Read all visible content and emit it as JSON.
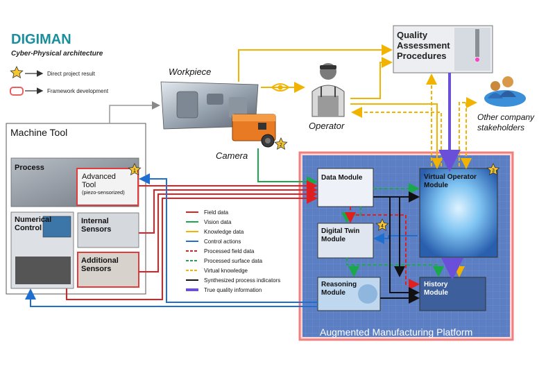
{
  "header": {
    "title": "DIGIMAN",
    "subtitle": "Cyber-Physical architecture",
    "key_project_result": "Direct project result",
    "key_framework": "Framework development"
  },
  "nodes": {
    "workpiece": "Workpiece",
    "camera": "Camera",
    "operator": "Operator",
    "quality_line1": "Quality",
    "quality_line2": "Assessment",
    "quality_line3": "Procedures",
    "stakeholders_line1": "Other company",
    "stakeholders_line2": "stakeholders",
    "machine_tool": "Machine Tool",
    "process": "Process",
    "advanced_tool_line1": "Advanced",
    "advanced_tool_line2": "Tool",
    "advanced_tool_line3": "(piezo-sensorized)",
    "numerical_line1": "Numerical",
    "numerical_line2": "Control",
    "internal_line1": "Internal",
    "internal_line2": "Sensors",
    "additional_line1": "Additional",
    "additional_line2": "Sensors",
    "data_module": "Data Module",
    "digital_twin_line1": "Digital Twin",
    "digital_twin_line2": "Module",
    "reasoning_line1": "Reasoning",
    "reasoning_line2": "Module",
    "virtual_operator_line1": "Virtual Operator",
    "virtual_operator_line2": "Module",
    "history_line1": "History",
    "history_line2": "Module",
    "platform": "Augmented Manufacturing Platform"
  },
  "badges": [
    "1",
    "2",
    "3",
    "4"
  ],
  "legend": [
    {
      "label": "Field data",
      "color": "#e02020",
      "style": "solid"
    },
    {
      "label": "Vision data",
      "color": "#1aa84a",
      "style": "solid"
    },
    {
      "label": "Knowledge data",
      "color": "#f2b300",
      "style": "solid"
    },
    {
      "label": "Control actions",
      "color": "#1f6fd0",
      "style": "solid"
    },
    {
      "label": "Processed field data",
      "color": "#e02020",
      "style": "dashed"
    },
    {
      "label": "Processed surface data",
      "color": "#1aa84a",
      "style": "dashed"
    },
    {
      "label": "Virtual knowledge",
      "color": "#f2b300",
      "style": "dashed"
    },
    {
      "label": "Synthesized process indicators",
      "color": "#111111",
      "style": "solid"
    },
    {
      "label": "True quality information",
      "color": "#6a4fd8",
      "style": "solid"
    }
  ],
  "colors": {
    "brand": "#1a8f9c",
    "field": "#e02020",
    "vision": "#1aa84a",
    "knowledge": "#f2b300",
    "control": "#1f6fd0",
    "indicators": "#111111",
    "quality": "#6a4fd8",
    "platform_bg": "#5c7fc4",
    "badge": "#f6c630"
  },
  "icons": [
    "star-icon",
    "eye-icon",
    "operator-icon",
    "stakeholders-icon",
    "camera-icon"
  ]
}
